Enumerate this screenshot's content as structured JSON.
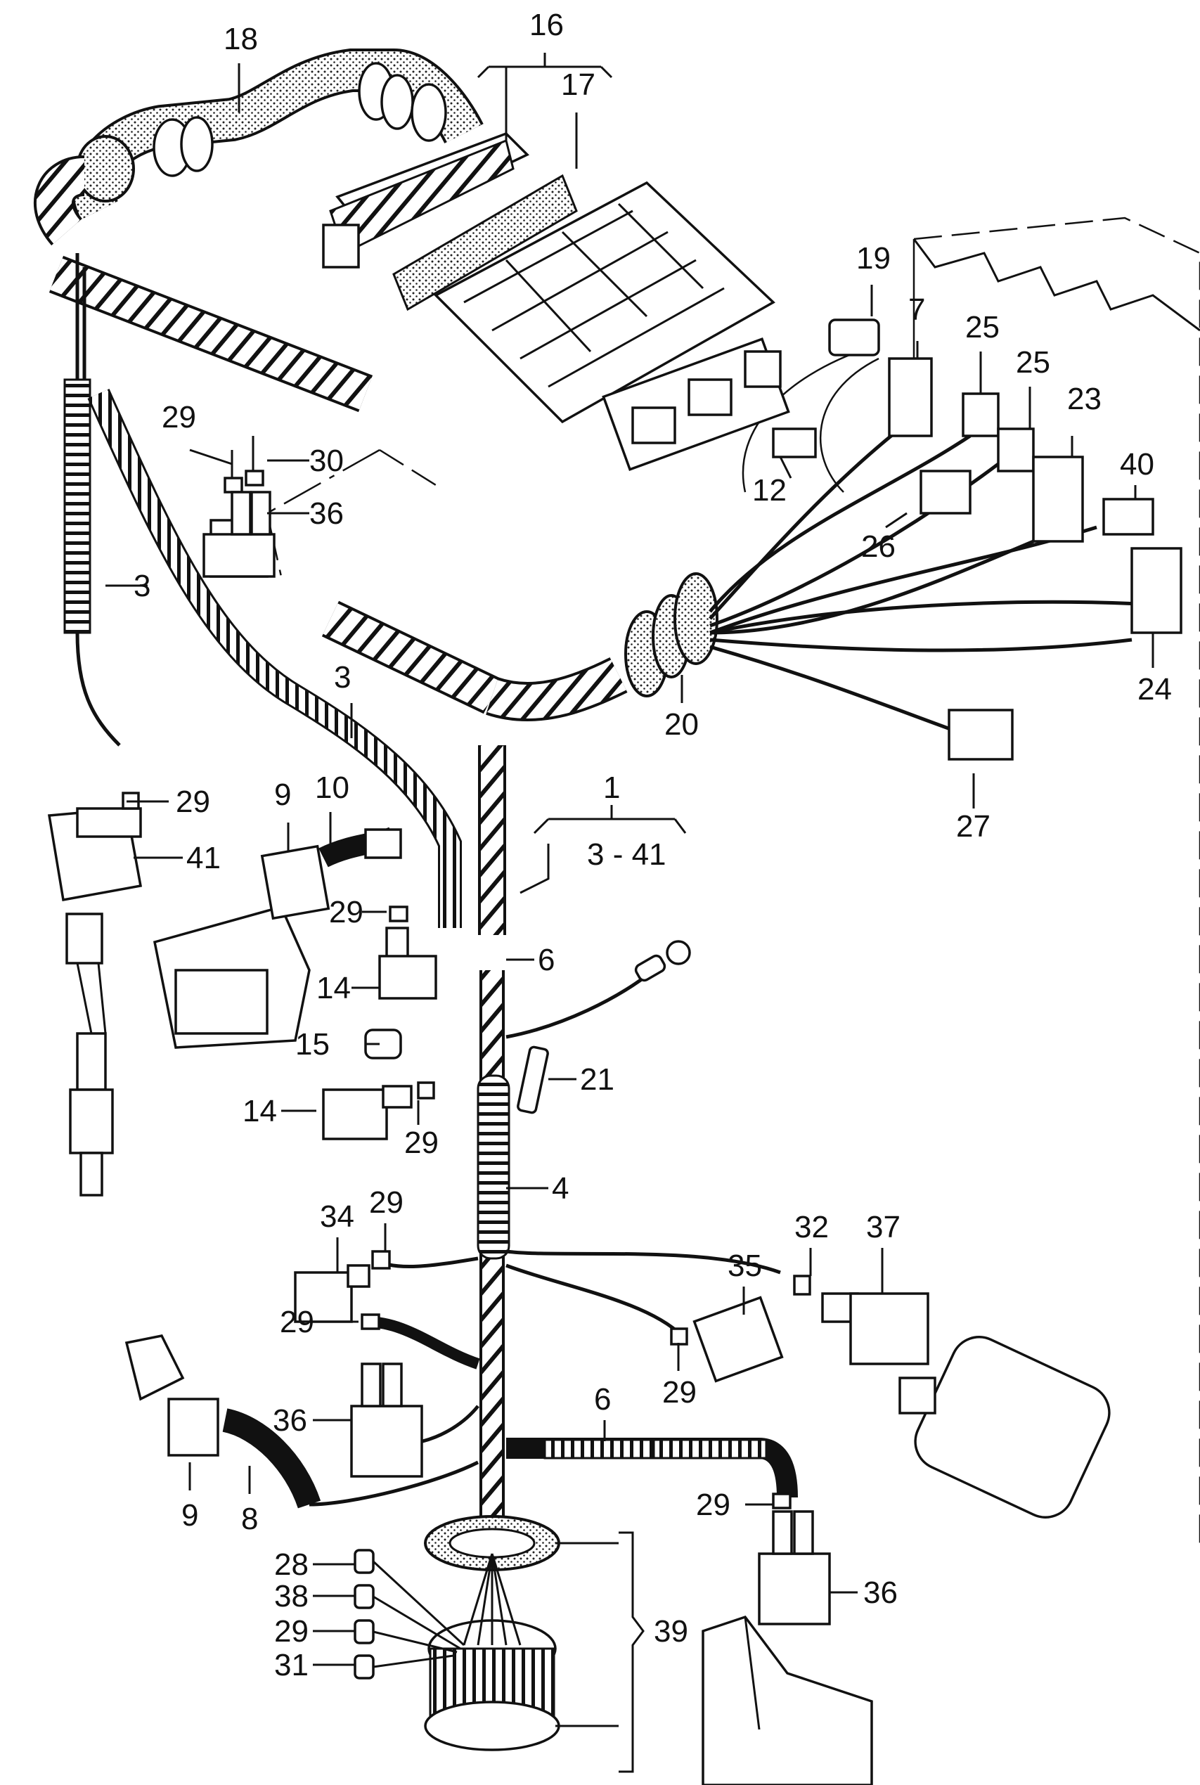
{
  "callouts": {
    "c18": "18",
    "c16": "16",
    "c17": "17",
    "c19": "19",
    "c7": "7",
    "c25a": "25",
    "c25b": "25",
    "c23": "23",
    "c40": "40",
    "c12": "12",
    "c26": "26",
    "c24": "24",
    "c29a": "29",
    "c30": "30",
    "c36a": "36",
    "c3a": "3",
    "c3b": "3",
    "c20": "20",
    "c27": "27",
    "c1": "1",
    "c3_41": "3 - 41",
    "c9a": "9",
    "c10": "10",
    "c29b": "29",
    "c41": "41",
    "c29c": "29",
    "c6a": "6",
    "c14a": "14",
    "c15": "15",
    "c21": "21",
    "c14b": "14",
    "c29d": "29",
    "c4": "4",
    "c34": "34",
    "c29e": "29",
    "c32": "32",
    "c37": "37",
    "c35": "35",
    "c29f": "29",
    "c29g": "29",
    "c36b": "36",
    "c6b": "6",
    "c9b": "9",
    "c8": "8",
    "c29h": "29",
    "c36c": "36",
    "c28": "28",
    "c38": "38",
    "c29i": "29",
    "c31": "31",
    "c39": "39"
  }
}
